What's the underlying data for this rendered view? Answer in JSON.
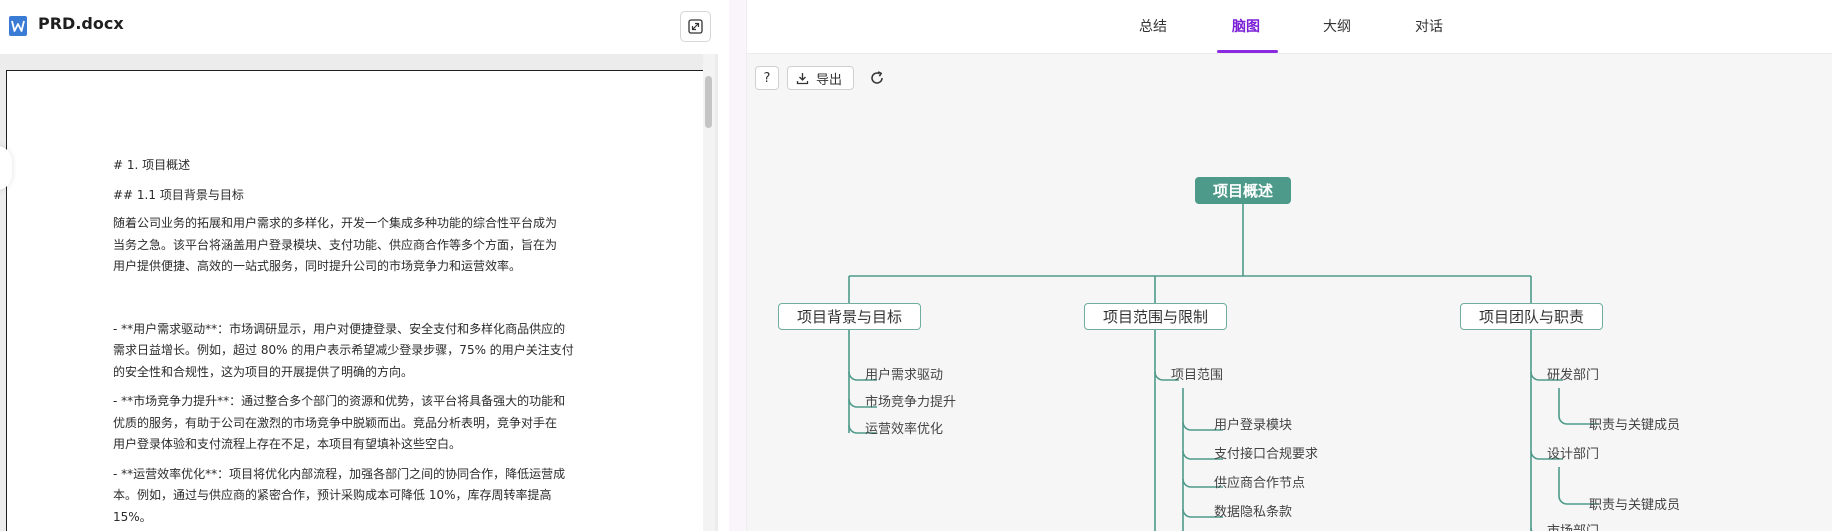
{
  "left": {
    "doc_title": "PRD.docx",
    "icons": {
      "file": "word-doc-icon",
      "expand": "expand-icon"
    },
    "content": {
      "h1": "# 1. 项目概述",
      "h2": "## 1.1 项目背景与目标",
      "intro": [
        "随着公司业务的拓展和用户需求的多样化，开发一个集成多种功能的综合性平台成为",
        "当务之急。该平台将涵盖用户登录模块、支付功能、供应商合作等多个方面，旨在为",
        "用户提供便捷、高效的一站式服务，同时提升公司的市场竞争力和运营效率。"
      ],
      "bullets": [
        [
          "- **用户需求驱动**：市场调研显示，用户对便捷登录、安全支付和多样化商品供应的",
          "需求日益增长。例如，超过 80% 的用户表示希望减少登录步骤，75% 的用户关注支付",
          "的安全性和合规性，这为项目的开展提供了明确的方向。"
        ],
        [
          "- **市场竞争力提升**：通过整合多个部门的资源和优势，该平台将具备强大的功能和",
          "优质的服务，有助于公司在激烈的市场竞争中脱颖而出。竞品分析表明，竞争对手在",
          "用户登录体验和支付流程上存在不足，本项目有望填补这些空白。"
        ],
        [
          "- **运营效率优化**：项目将优化内部流程，加强各部门之间的协同合作，降低运营成",
          "本。例如，通过与供应商的紧密合作，预计采购成本可降低 10%，库存周转率提高",
          "15%。"
        ]
      ]
    }
  },
  "right": {
    "tabs": [
      {
        "label": "总结",
        "active": false
      },
      {
        "label": "脑图",
        "active": true
      },
      {
        "label": "大纲",
        "active": false
      },
      {
        "label": "对话",
        "active": false
      }
    ],
    "toolbar": {
      "help_label": "?",
      "export_label": "导出",
      "icons": {
        "export": "download-icon",
        "refresh": "refresh-icon"
      }
    },
    "mindmap": {
      "root": "项目概述",
      "branches": [
        {
          "label": "项目背景与目标",
          "children": [
            "用户需求驱动",
            "市场竞争力提升",
            "运营效率优化"
          ]
        },
        {
          "label": "项目范围与限制",
          "children": [
            {
              "label": "项目范围",
              "children": [
                "用户登录模块",
                "支付接口合规要求",
                "供应商合作节点",
                "数据隐私条款"
              ]
            }
          ]
        },
        {
          "label": "项目团队与职责",
          "children": [
            {
              "label": "研发部门",
              "children": [
                "职责与关键成员"
              ]
            },
            {
              "label": "设计部门",
              "children": [
                "职责与关键成员"
              ]
            },
            {
              "label": "市场部门",
              "children": []
            }
          ]
        }
      ]
    },
    "colors": {
      "accent": "#7a1fd6",
      "mindmap_root": "#4e9a8a",
      "mindmap_line": "#4e9a8a"
    }
  }
}
